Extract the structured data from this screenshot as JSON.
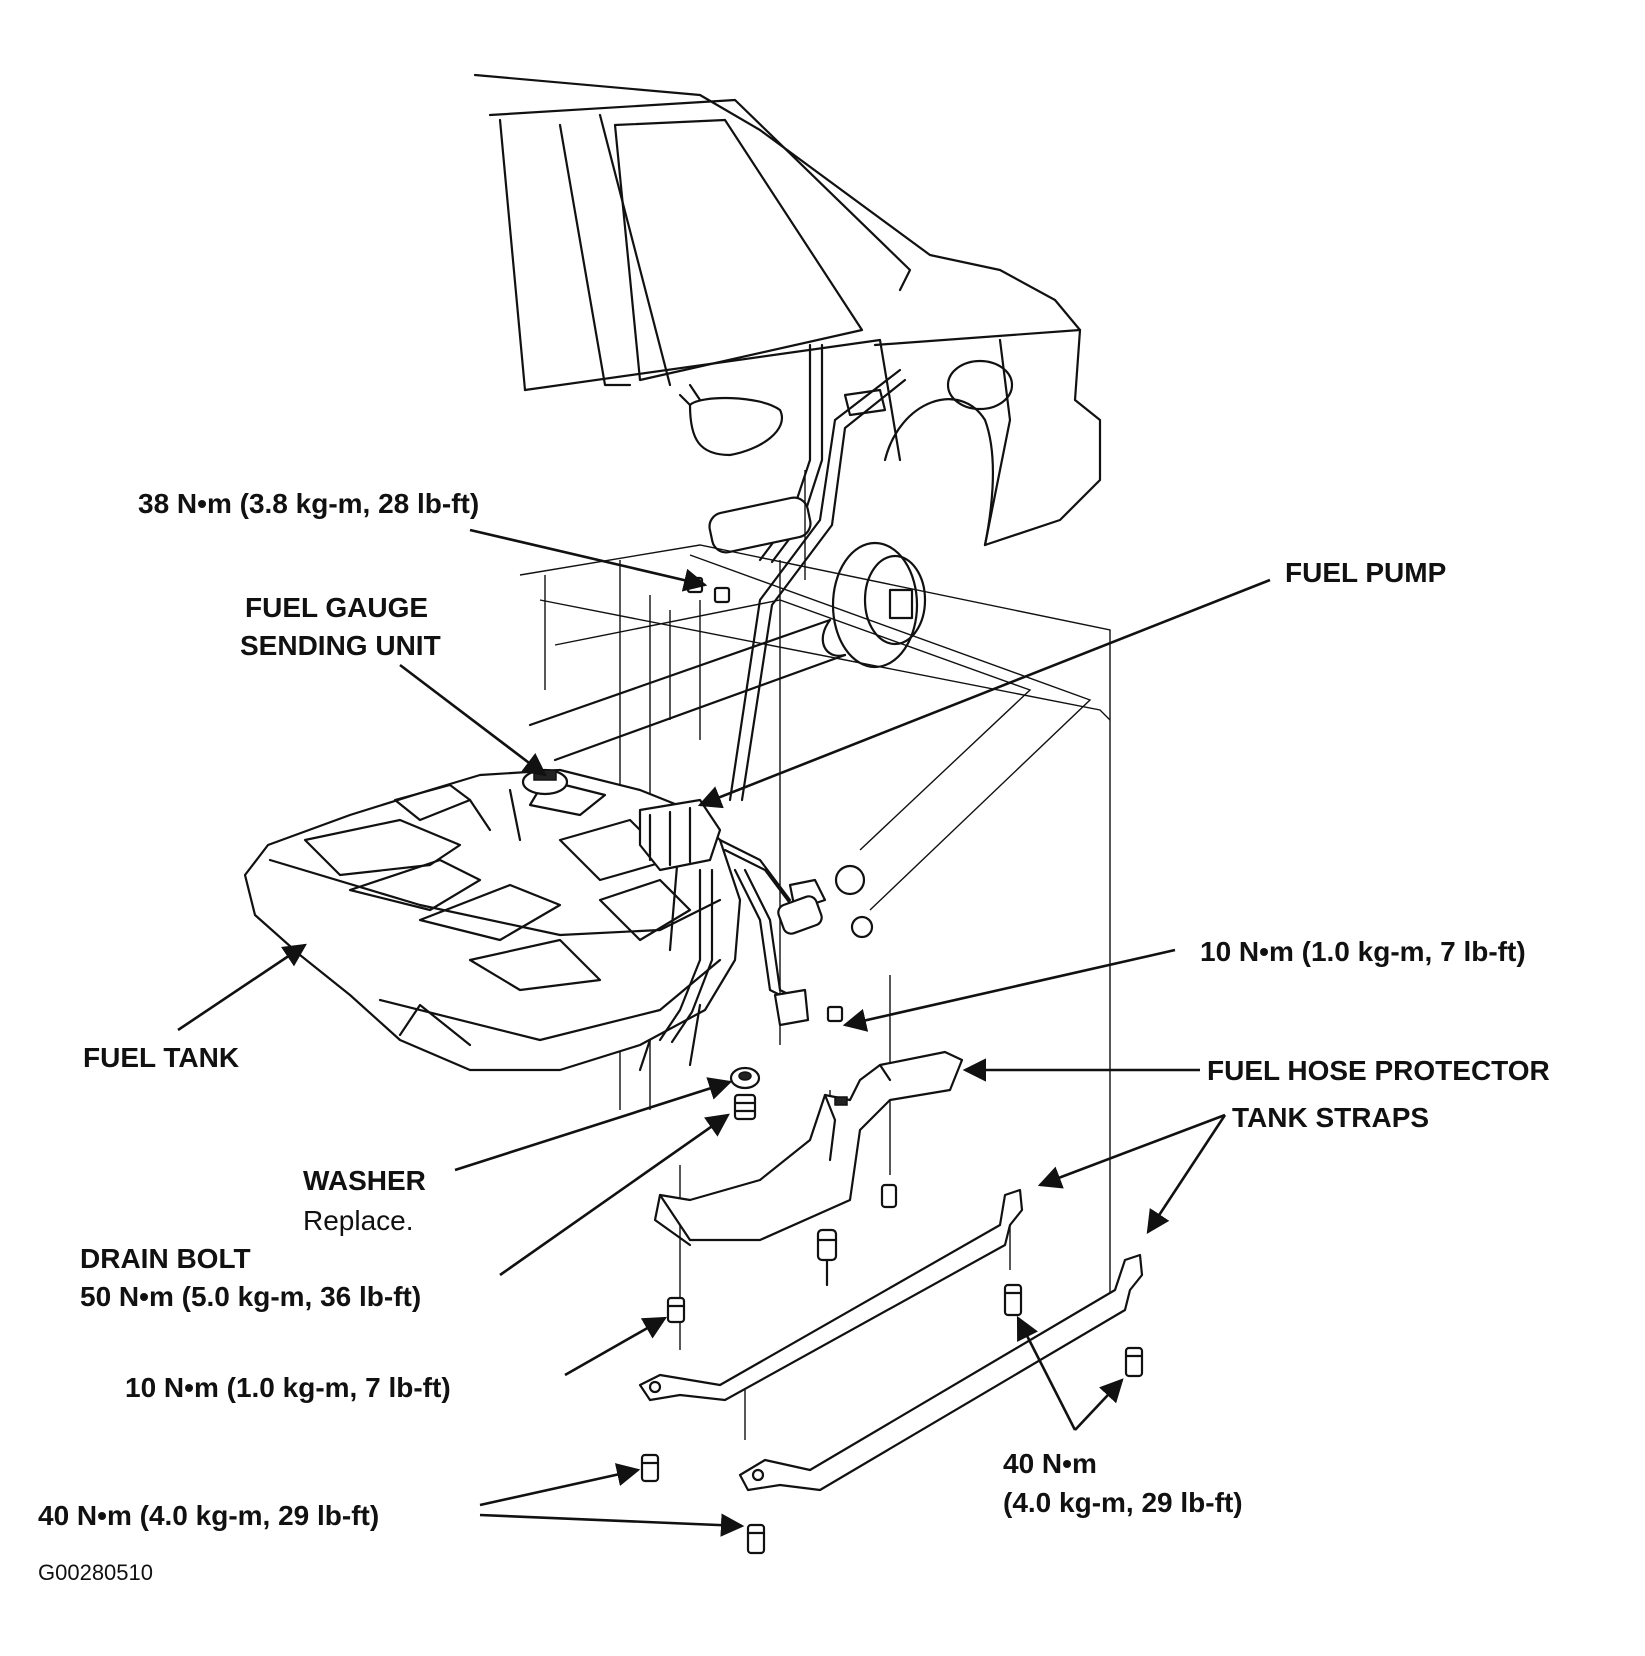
{
  "labels": {
    "torque_38": "38 N•m (3.8 kg-m, 28 lb-ft)",
    "fuel_gauge_line1": "FUEL GAUGE",
    "fuel_gauge_line2": "SENDING UNIT",
    "fuel_pump": "FUEL PUMP",
    "fuel_tank": "FUEL TANK",
    "torque_10_right": "10 N•m (1.0 kg-m, 7 lb-ft)",
    "fuel_hose_protector": "FUEL HOSE PROTECTOR",
    "tank_straps": "TANK STRAPS",
    "washer": "WASHER",
    "washer_note": "Replace.",
    "drain_bolt": "DRAIN BOLT",
    "drain_bolt_torque": "50 N•m (5.0 kg-m, 36 lb-ft)",
    "torque_10_left": "10 N•m (1.0 kg-m, 7 lb-ft)",
    "torque_40_left": "40 N•m (4.0 kg-m, 29 lb-ft)",
    "torque_40_right_line1": "40 N•m",
    "torque_40_right_line2": "(4.0 kg-m, 29 lb-ft)",
    "figure_code": "G00280510"
  }
}
